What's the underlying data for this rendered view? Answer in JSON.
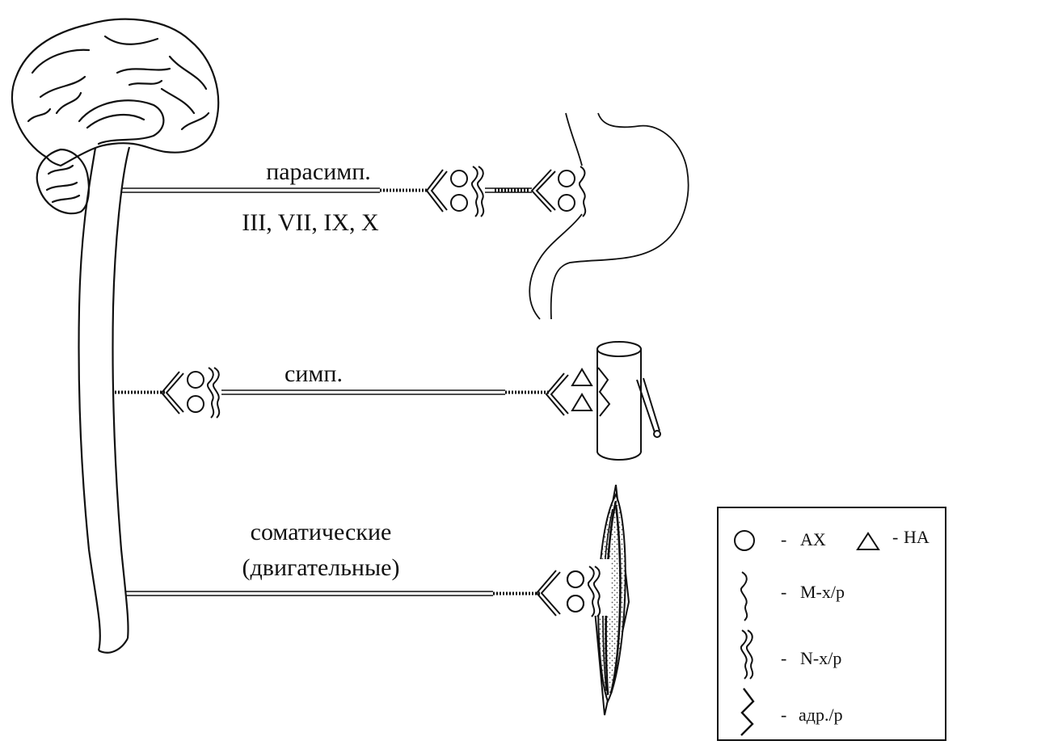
{
  "pathways": {
    "parasympathetic": {
      "label": "парасимп.",
      "nerves": "III, VII, IX, X"
    },
    "sympathetic": {
      "label": "симп."
    },
    "somatic": {
      "label_line1": "соматические",
      "label_line2": "(двигательные)"
    }
  },
  "legend": {
    "ach": "АХ",
    "na": "НА",
    "m_receptor": "М-х/р",
    "n_receptor": "N-х/р",
    "adr_receptor": "адр./р"
  }
}
